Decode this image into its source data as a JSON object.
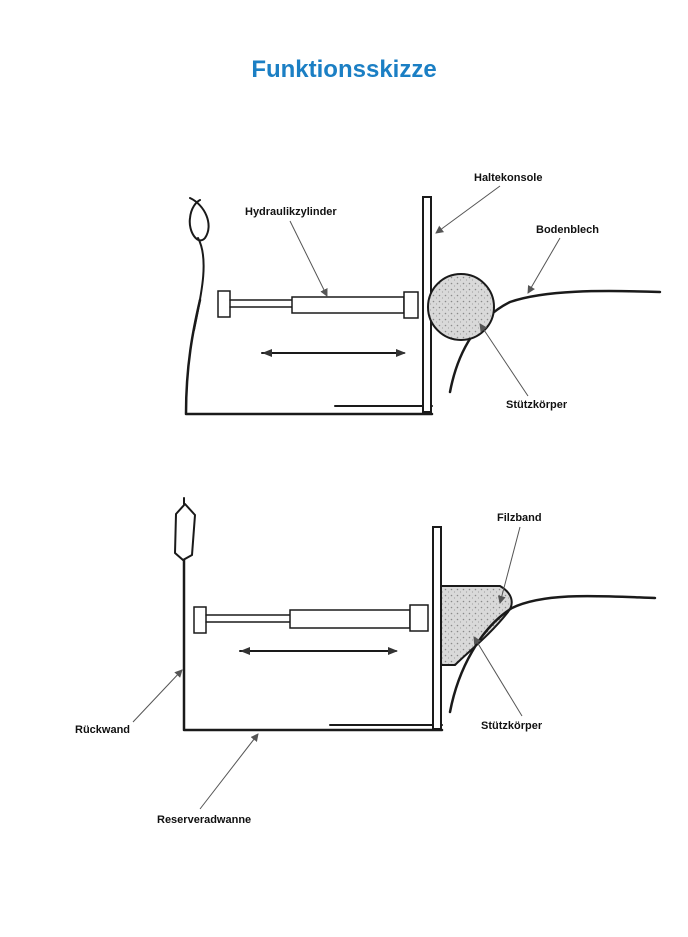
{
  "title": "Funktionsskizze",
  "colors": {
    "title": "#1b7fc4",
    "ink": "#1a1a1a",
    "stipple": "#bdbdbd"
  },
  "labels": {
    "top": {
      "haltekonsole": "Haltekonsole",
      "hydraulikzylinder": "Hydraulikzylinder",
      "bodenblech": "Bodenblech",
      "stuetzkoerper": "Stützkörper"
    },
    "bottom": {
      "filzband": "Filzband",
      "rueckwand": "Rückwand",
      "stuetzkoerper": "Stützkörper",
      "reserveradwanne": "Reserveradwanne"
    }
  }
}
